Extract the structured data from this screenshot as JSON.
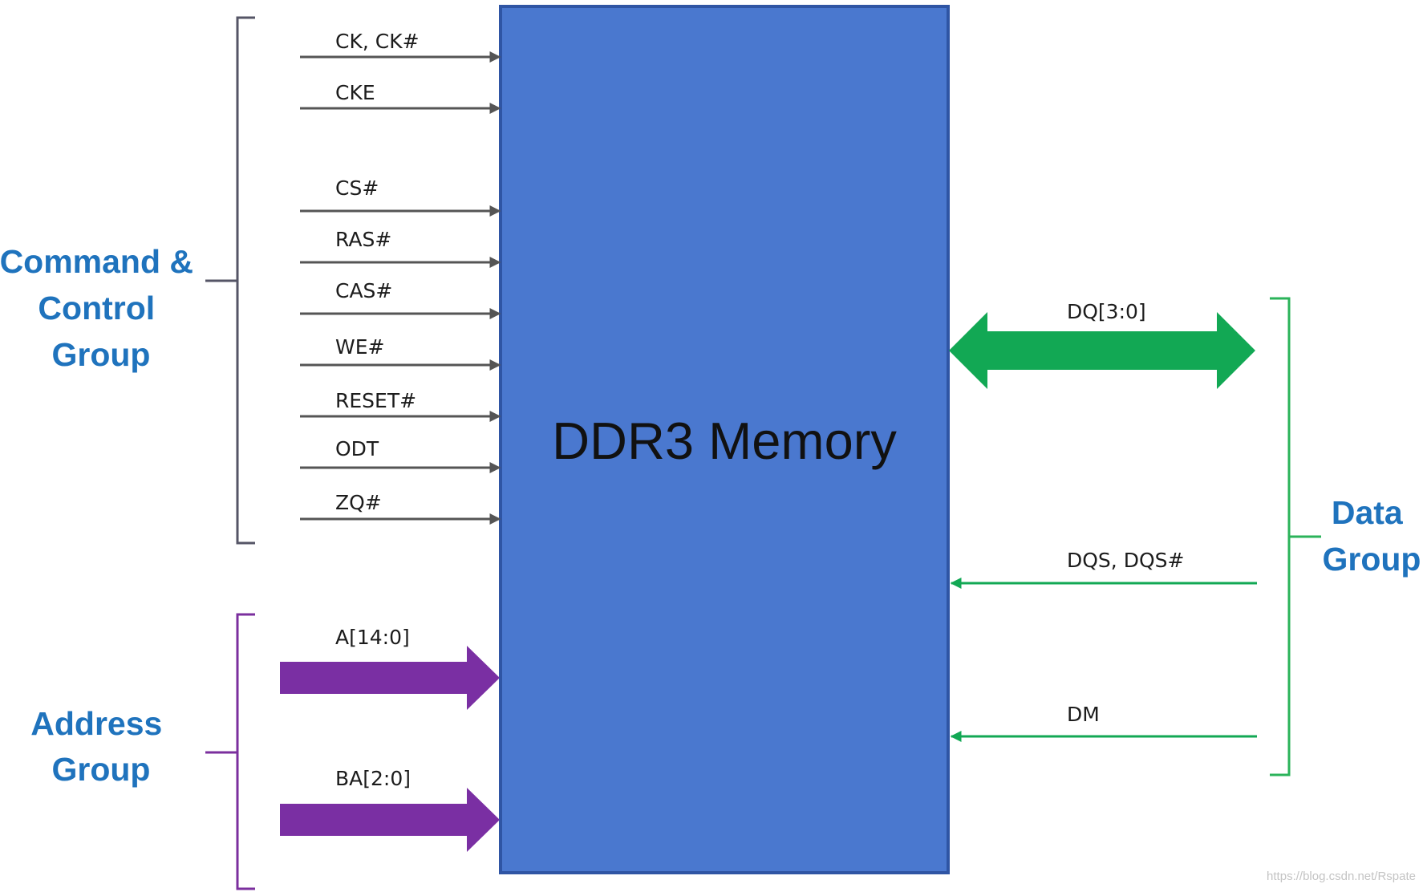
{
  "memory": {
    "label": "DDR3 Memory"
  },
  "groups": {
    "command": {
      "lines": [
        "Command &",
        "Control",
        "Group"
      ]
    },
    "address": {
      "lines": [
        "Address",
        "Group"
      ]
    },
    "data": {
      "lines": [
        "Data",
        "Group"
      ]
    }
  },
  "signals": {
    "command": [
      "CK, CK#",
      "CKE",
      "CS#",
      "RAS#",
      "CAS#",
      "WE#",
      "RESET#",
      "ODT",
      "ZQ#"
    ],
    "address": [
      "A[14:0]",
      "BA[2:0]"
    ],
    "data_bidir": "DQ[3:0]",
    "data_in": [
      "DQS, DQS#",
      "DM"
    ]
  },
  "watermark": "https://blog.csdn.net/Rspate",
  "colors": {
    "memory_fill": "#4a78cf",
    "memory_border": "#2f55a4",
    "group_text": "#1f73bd",
    "command_brace": "#555566",
    "address_brace": "#7b2f9e",
    "address_arrow": "#7a2fa3",
    "data_green": "#12a854",
    "data_brace": "#2bb35a",
    "signal_line": "#555555"
  }
}
